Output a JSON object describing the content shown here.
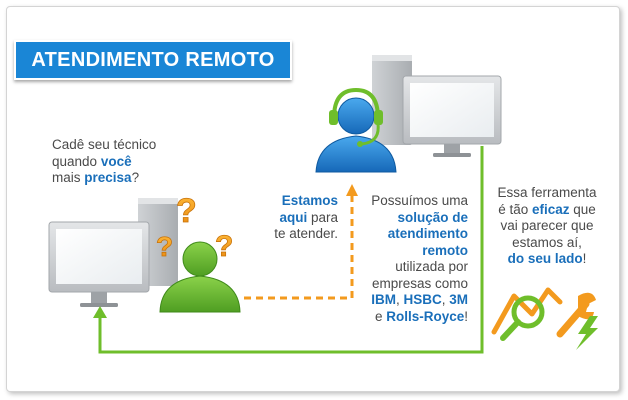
{
  "banner": {
    "title": "ATENDIMENTO REMOTO"
  },
  "left_text": {
    "line1": "Cadê seu técnico",
    "line2_pre": "quando ",
    "line2_hl": "você",
    "line3_pre": "mais ",
    "line3_hl": "precisa",
    "line3_post": "?"
  },
  "middle_text": {
    "line1": "Estamos",
    "line2_hl": "aqui",
    "line2_post": " para",
    "line3": "te atender."
  },
  "solution_text": {
    "line1": "Possuímos uma",
    "line2": "solução de",
    "line3": "atendimento",
    "line4": "remoto",
    "line5": "utilizada por",
    "line6": "empresas como",
    "company1": "IBM",
    "sep1": ", ",
    "company2": "HSBC",
    "sep2": ", ",
    "company3": "3M",
    "line8_pre": "e ",
    "company4": "Rolls-Royce",
    "line8_post": "!"
  },
  "right_text": {
    "line1": "Essa ferramenta",
    "line2_pre": "é tão ",
    "line2_hl": "eficaz",
    "line2_post": " que",
    "line3": "vai parecer que",
    "line4": "estamos aí,",
    "line5_hl": "do seu lado",
    "line5_post": "!"
  },
  "colors": {
    "brand_blue": "#1a86d6",
    "text_blue": "#1a6fba",
    "orange": "#f39a1e",
    "green": "#6fbe2b",
    "user_green": "#5aae2e",
    "agent_blue": "#1e7fd0",
    "question_mark": "#f5a623"
  },
  "icons": {
    "banner": "title-banner",
    "user_computer": "desktop-computer-icon",
    "user": "user-icon",
    "question_marks": "question-marks-icon",
    "agent": "support-agent-headset-icon",
    "agent_computer": "desktop-computer-icon",
    "tools": "wrench-magnifier-tools-icon",
    "connection_line": "connection-arrow-icon"
  }
}
